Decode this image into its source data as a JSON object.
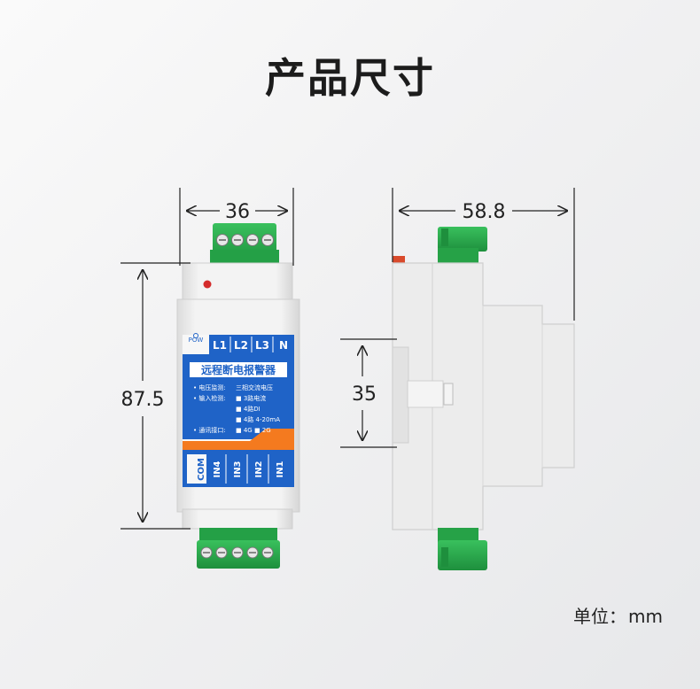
{
  "page_title": "产品尺寸",
  "unit_label": "单位：",
  "unit_value": "mm",
  "dimensions": {
    "width_front": "36",
    "depth_side": "58.8",
    "height_front": "87.5",
    "rail_height": "35"
  },
  "device": {
    "pow_label": "POW",
    "top_terminals": [
      "L1",
      "L2",
      "L3",
      "N"
    ],
    "name": "远程断电报警器",
    "specs": [
      {
        "label": "• 电压监测:",
        "value": "三相交流电压"
      },
      {
        "label": "• 输入检测:",
        "value": "■ 3路电流"
      },
      {
        "label": "",
        "value": "■ 4路DI"
      },
      {
        "label": "",
        "value": "■ 4路 4-20mA"
      },
      {
        "label": "• 通讯接口:",
        "value": "■ 4G   ■ 2G"
      }
    ],
    "bottom_terminals": [
      "COM",
      "IN4",
      "IN3",
      "IN2",
      "IN1"
    ]
  },
  "colors": {
    "panel_blue": "#1f63c7",
    "panel_orange": "#f47a1f",
    "terminal_green": "#2aa84c",
    "housing": "#ececec"
  }
}
